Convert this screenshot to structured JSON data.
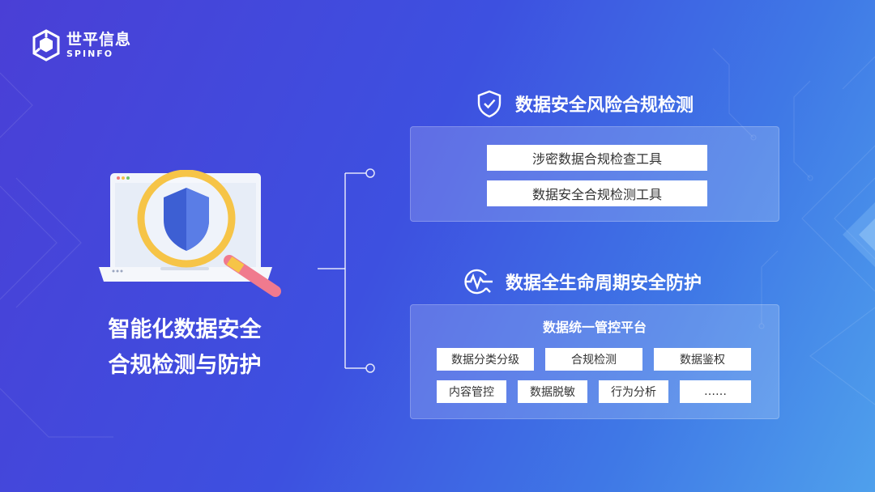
{
  "brand": {
    "name_cn": "世平信息",
    "name_en": "SPINFO"
  },
  "hero": {
    "title_line1": "智能化数据安全",
    "title_line2": "合规检测与防护"
  },
  "section1": {
    "title": "数据安全风险合规检测",
    "icon": "shield-check-icon",
    "tools": [
      "涉密数据合规检查工具",
      "数据安全合规检测工具"
    ]
  },
  "section2": {
    "title": "数据全生命周期安全防护",
    "icon": "pulse-monitor-icon",
    "platform_title": "数据统一管控平台",
    "row1": [
      "数据分类分级",
      "合规检测",
      "数据鉴权"
    ],
    "row2": [
      "内容管控",
      "数据脱敏",
      "行为分析",
      "……"
    ]
  },
  "colors": {
    "accent_yellow": "#f6c447",
    "shield_blue": "#3d5fd3",
    "handle_pink": "#f07a8e"
  }
}
